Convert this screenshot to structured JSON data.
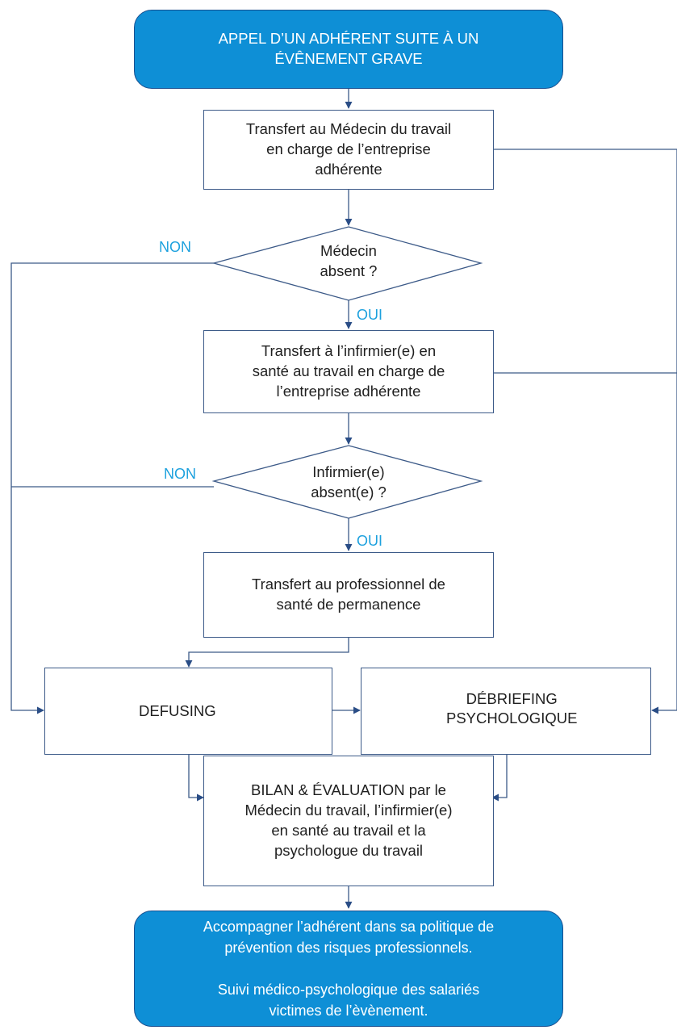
{
  "nodes": {
    "start": "APPEL D’UN ADHÉRENT SUITE À UN\nÉVÊNEMENT GRAVE",
    "transfer_doctor": "Transfert au Médecin du travail\nen charge de l’entreprise\nadhérente",
    "doctor_absent": "Médecin\nabsent ?",
    "transfer_nurse": "Transfert à l’infirmier(e) en\nsanté au travail en charge de\nl’entreprise adhérente",
    "nurse_absent": "Infirmier(e)\nabsent(e) ?",
    "transfer_oncall": "Transfert au professionnel de\nsanté de permanence",
    "defusing": "DEFUSING",
    "debriefing": "DÉBRIEFING\nPSYCHOLOGIQUE",
    "assessment": "BILAN & ÉVALUATION par le\nMédecin du travail, l’infirmier(e)\nen santé au travail et la\npsychologue du travail",
    "end": "Accompagner l’adhérent dans sa politique de\nprévention des risques professionnels.\n\nSuivi médico-psychologique des salariés\nvictimes de l’èvènement."
  },
  "labels": {
    "no_1": "NON",
    "yes_1": "OUI",
    "no_2": "NON",
    "yes_2": "OUI"
  },
  "icons": {
    "defusing": "alarm-light-icon",
    "debriefing": "alarm-light-icon"
  },
  "colors": {
    "accent": "#0e8fd6",
    "label": "#1da1de",
    "line": "#3c5a88"
  }
}
